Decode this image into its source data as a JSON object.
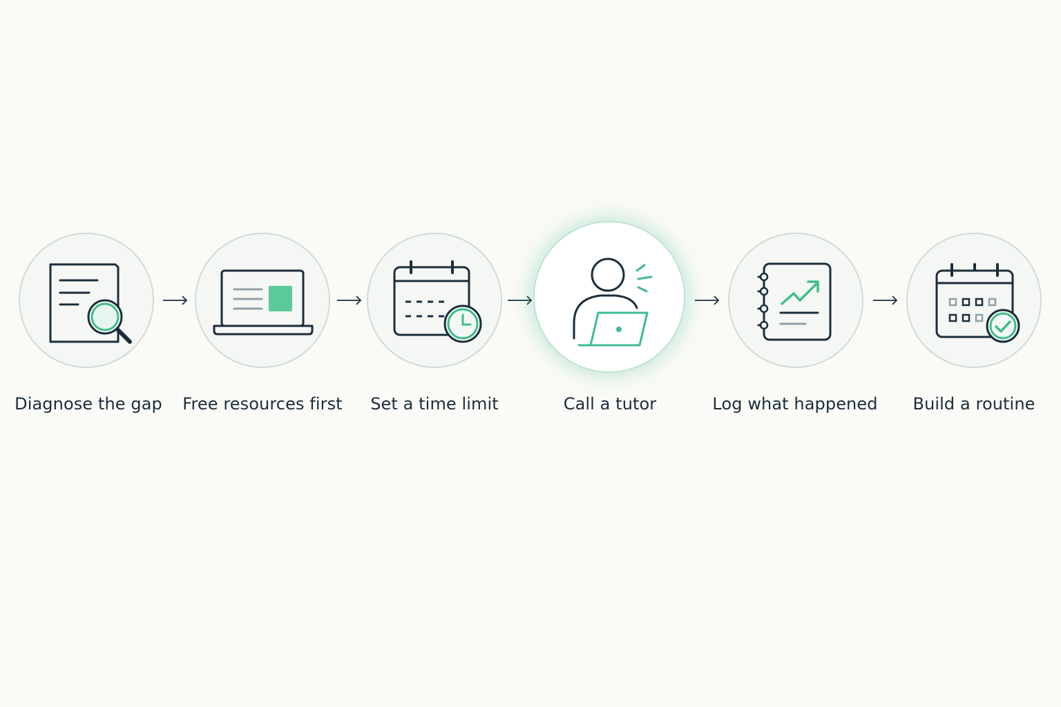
{
  "colors": {
    "ink": "#1b2d3a",
    "accent": "#3dbd8a",
    "accent_soft": "#5cc99b",
    "background": "#fafaf7",
    "circle_fill": "#f5f7f5",
    "circle_border": "#cfdcd6"
  },
  "steps": [
    {
      "label": "Diagnose the gap",
      "icon": "document-magnifier-icon"
    },
    {
      "label": "Free resources first",
      "icon": "laptop-icon"
    },
    {
      "label": "Set a time limit",
      "icon": "calendar-clock-icon"
    },
    {
      "label": "Call a tutor",
      "icon": "person-laptop-icon",
      "highlighted": true
    },
    {
      "label": "Log what happened",
      "icon": "notebook-chart-icon"
    },
    {
      "label": "Build a routine",
      "icon": "calendar-check-icon"
    }
  ]
}
